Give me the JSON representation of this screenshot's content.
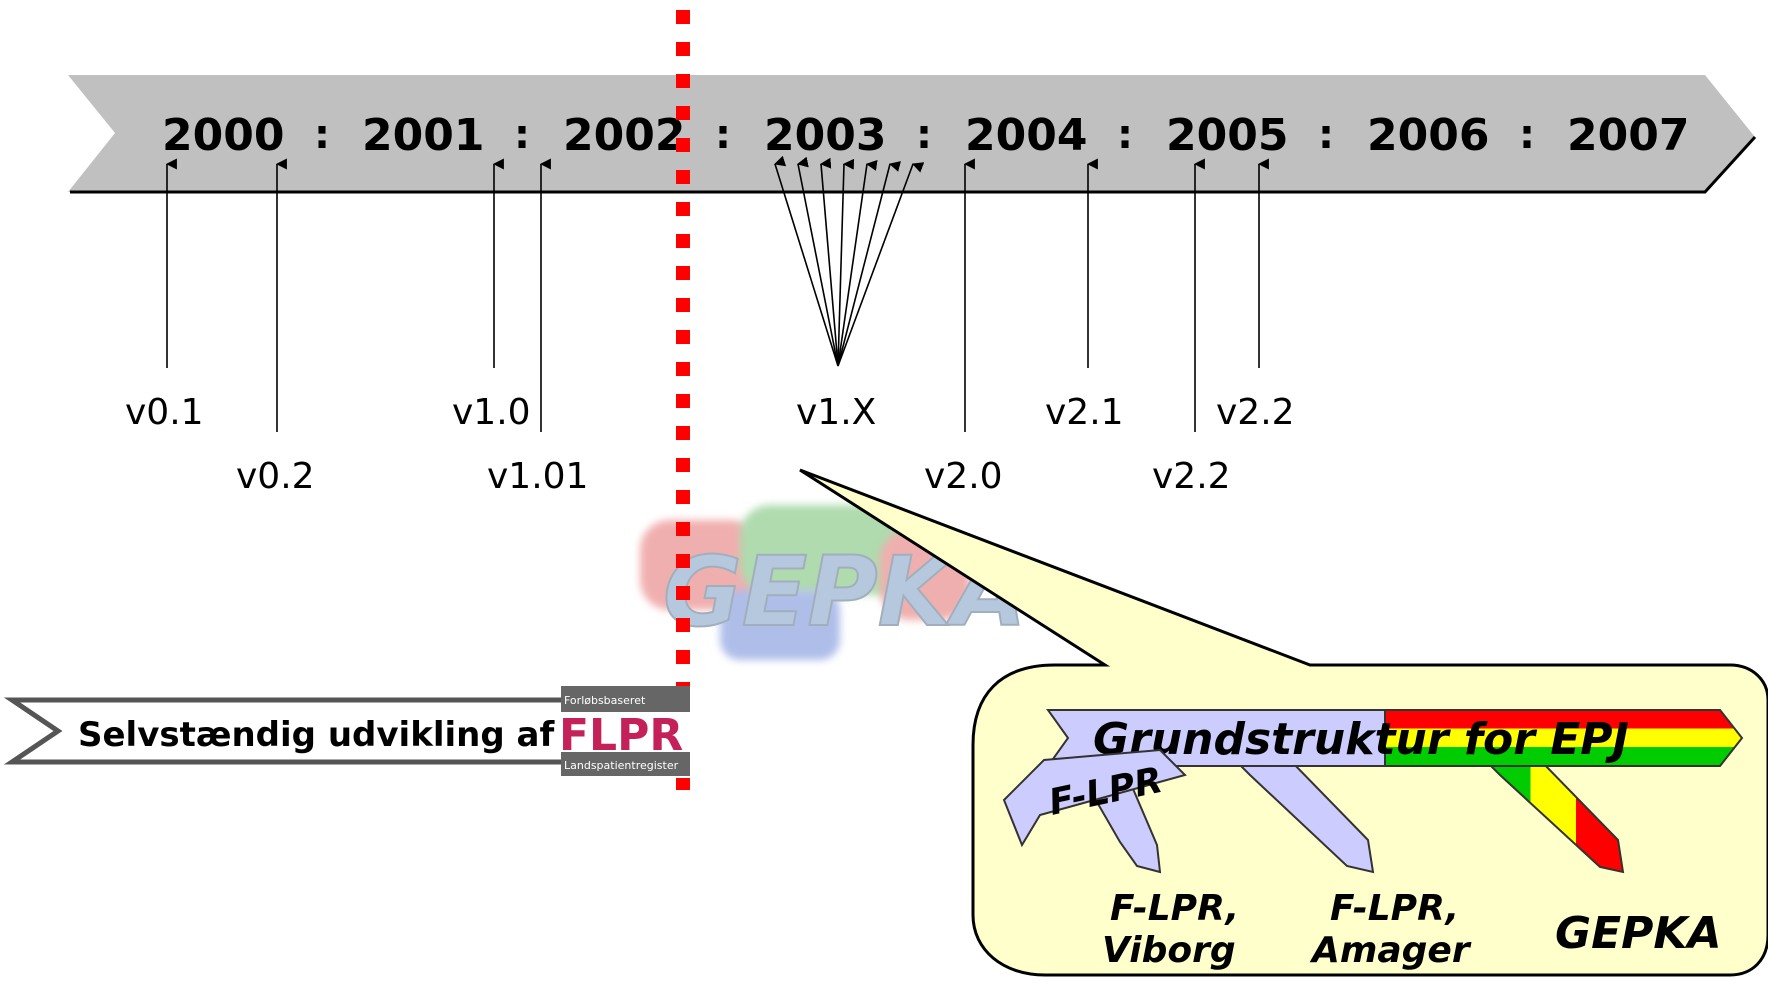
{
  "timeline": {
    "years": [
      "2000",
      "2001",
      "2002",
      "2003",
      "2004",
      "2005",
      "2006",
      "2007"
    ],
    "separator": ":"
  },
  "versions": [
    {
      "label": "v0.1"
    },
    {
      "label": "v0.2"
    },
    {
      "label": "v1.0"
    },
    {
      "label": "v1.01"
    },
    {
      "label": "v1.X"
    },
    {
      "label": "v2.0"
    },
    {
      "label": "v2.1"
    },
    {
      "label": "v2.2"
    },
    {
      "label": "v2.2"
    }
  ],
  "banner": {
    "text": "Selvstændig udvikling af",
    "logo_top": "Forløbsbaseret",
    "logo_main": "FLPR",
    "logo_bottom": "Landspatientregister"
  },
  "watermark": {
    "text": "GEPKA"
  },
  "callout": {
    "main_arrow": "Grundstruktur for EPJ",
    "sub_arrow": "F-LPR",
    "nodes": [
      {
        "line1": "F-LPR,",
        "line2": "Viborg"
      },
      {
        "line1": "F-LPR,",
        "line2": "Amager"
      },
      {
        "line1": "GEPKA",
        "line2": ""
      }
    ]
  },
  "colors": {
    "timeline_band": "#c0c0c0",
    "divider": "#ff0000",
    "callout_fill": "#ffffcc",
    "arrow_lavender": "#ccccff",
    "stripe_red": "#ff0000",
    "stripe_yellow": "#ffff00",
    "stripe_green": "#00cc00",
    "flpr_magenta": "#c4205a"
  }
}
